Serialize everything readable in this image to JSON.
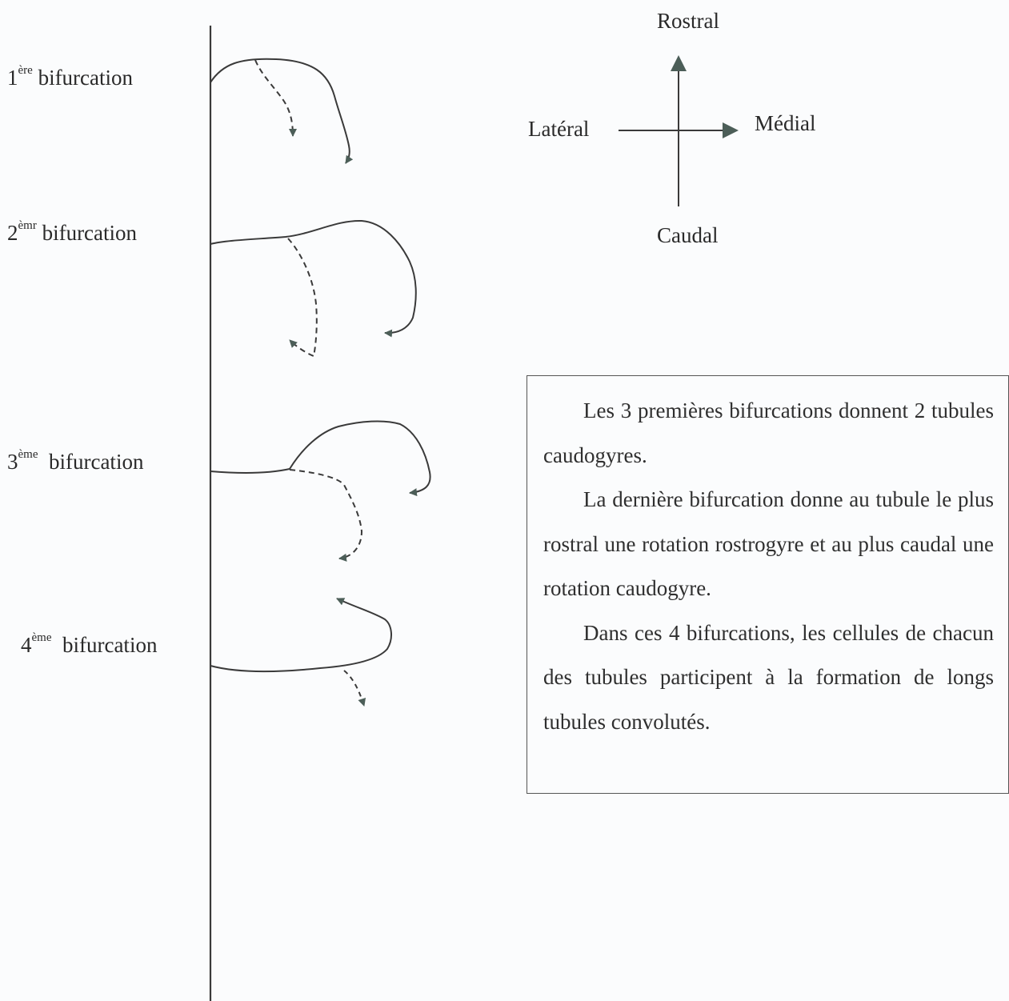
{
  "bifurcations": [
    {
      "num": "1",
      "sup": "ère",
      "word": "bifurcation"
    },
    {
      "num": "2",
      "sup": "èmr",
      "word": "bifurcation"
    },
    {
      "num": "3",
      "sup": "ème",
      "word": "bifurcation"
    },
    {
      "num": "4",
      "sup": "ème",
      "word": "bifurcation"
    }
  ],
  "orientation": {
    "rostral": "Rostral",
    "lateral": "Latéral",
    "medial": "Médial",
    "caudal": "Caudal"
  },
  "textbox": {
    "paragraphs": [
      "Les 3 premières bifurcations donnent 2 tubules caudogyres.",
      "La dernière bifurcation donne au tubule le plus rostral une rotation rostrogyre et au plus caudal une rotation caudogyre.",
      "Dans ces 4 bifurcations, les cellules de chacun des tubules participent à la formation de longs tubules convolutés."
    ]
  },
  "colors": {
    "ink": "#3a3a3a",
    "arrow_fill": "#4c5e58",
    "background": "#fbfcfd"
  }
}
